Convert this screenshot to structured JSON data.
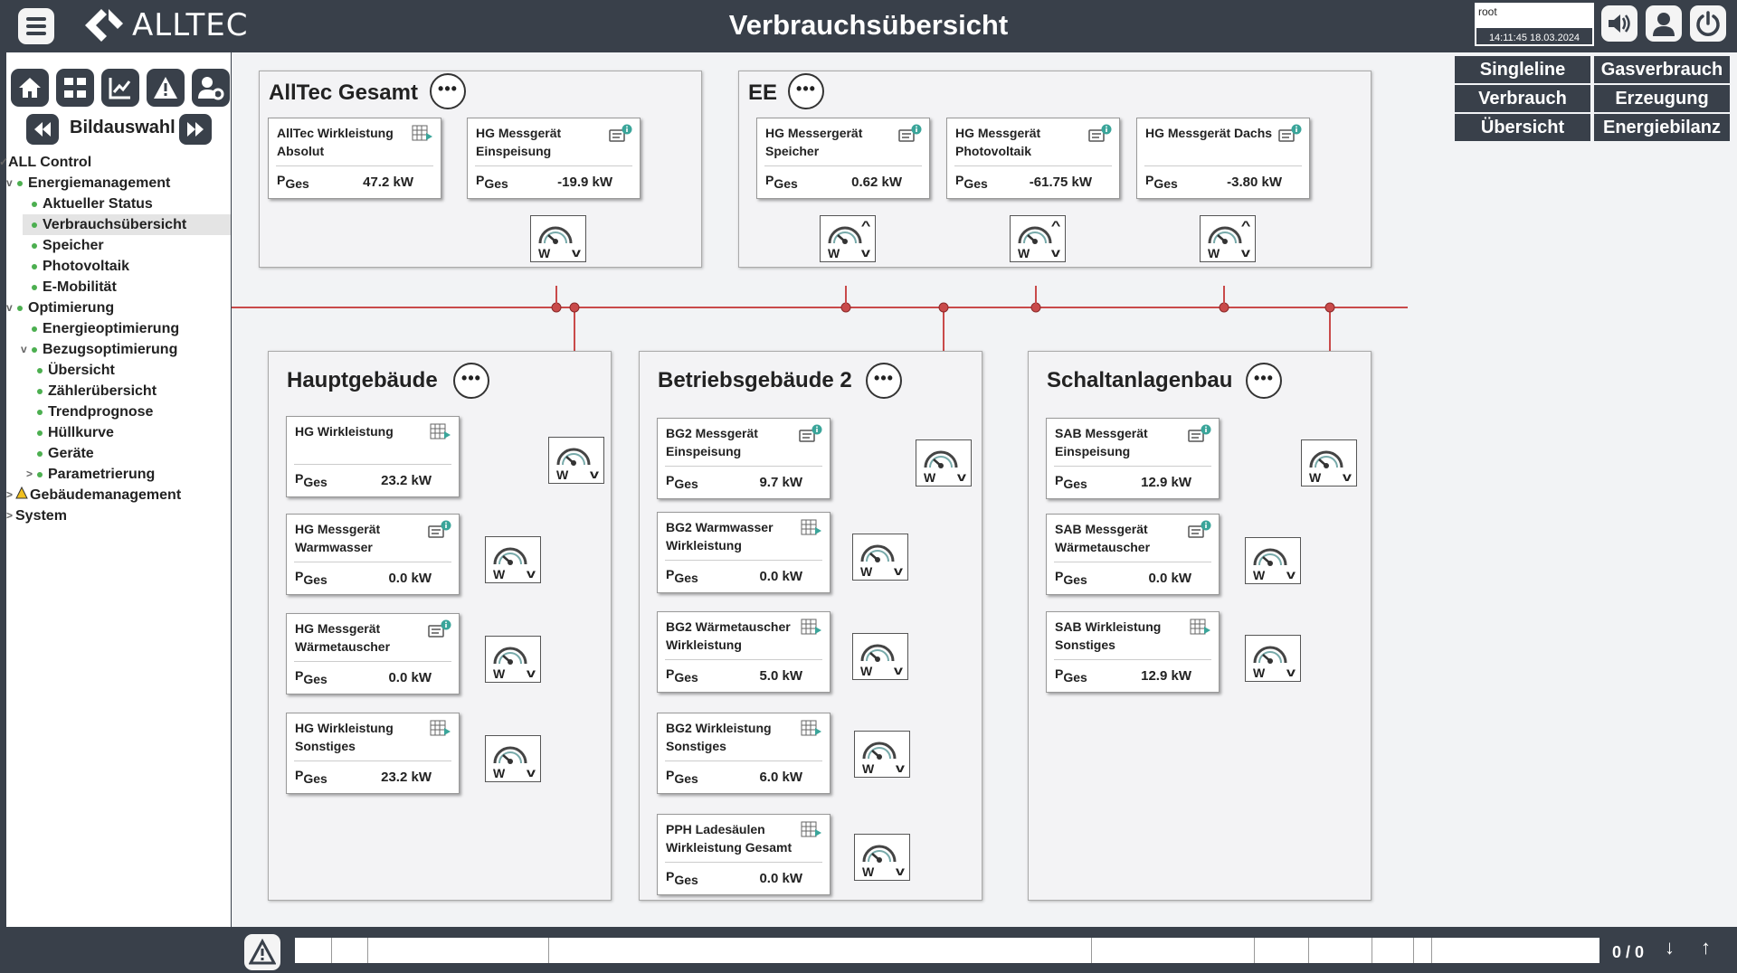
{
  "header": {
    "logo_text": "ALLTEC",
    "title": "Verbrauchsübersicht",
    "user": "root",
    "datetime": "14:11:45  18.03.2024"
  },
  "sidebar": {
    "bildauswahl": "Bildauswahl",
    "tree": [
      {
        "label": "ALL Control",
        "level": 0,
        "caret": "✓",
        "dot": "none"
      },
      {
        "label": "Energiemanagement",
        "level": 1,
        "caret": "v",
        "dot": "green"
      },
      {
        "label": "Aktueller Status",
        "level": 2,
        "caret": "",
        "dot": "green"
      },
      {
        "label": "Verbrauchsübersicht",
        "level": 2,
        "caret": "",
        "dot": "green",
        "selected": true
      },
      {
        "label": "Speicher",
        "level": 2,
        "caret": "",
        "dot": "green"
      },
      {
        "label": "Photovoltaik",
        "level": 2,
        "caret": "",
        "dot": "green"
      },
      {
        "label": "E-Mobilität",
        "level": 2,
        "caret": "",
        "dot": "green"
      },
      {
        "label": "Optimierung",
        "level": 1,
        "caret": "v",
        "dot": "green"
      },
      {
        "label": "Energieoptimierung",
        "level": 3,
        "caret": "",
        "dot": "green"
      },
      {
        "label": "Bezugsoptimierung",
        "level": 3,
        "caret": "v",
        "dot": "green"
      },
      {
        "label": "Übersicht",
        "level": 4,
        "caret": "",
        "dot": "green"
      },
      {
        "label": "Zählerübersicht",
        "level": 4,
        "caret": "",
        "dot": "green"
      },
      {
        "label": "Trendprognose",
        "level": 4,
        "caret": "",
        "dot": "green"
      },
      {
        "label": "Hüllkurve",
        "level": 4,
        "caret": "",
        "dot": "green"
      },
      {
        "label": "Geräte",
        "level": 4,
        "caret": "",
        "dot": "green"
      },
      {
        "label": "Parametrierung",
        "level": 4,
        "caret": ">",
        "dot": "green"
      },
      {
        "label": "Gebäudemanagement",
        "level": 1,
        "caret": ">",
        "dot": "warning"
      },
      {
        "label": "System",
        "level": 1,
        "caret": ">",
        "dot": "none"
      }
    ]
  },
  "quicknav": [
    "Singleline",
    "Gasverbrauch",
    "Verbrauch",
    "Erzeugung",
    "Übersicht",
    "Energiebilanz"
  ],
  "common": {
    "p_label": "P",
    "p_sub": "Ges",
    "meter_unit": "W",
    "more_label": "•••"
  },
  "groups": [
    {
      "title": "AllTec Gesamt",
      "cards": [
        {
          "title": "AllTec Wirkleistung Absolut",
          "value": "47.2 kW",
          "icon": "table-icon",
          "meter": false
        },
        {
          "title": "HG Messgerät Einspeisung",
          "value": "-19.9 kW",
          "icon": "meter-info-icon",
          "meter": true,
          "up": false
        }
      ]
    },
    {
      "title": "EE",
      "cards": [
        {
          "title": "HG Messergerät Speicher",
          "value": "0.62 kW",
          "icon": "meter-info-icon",
          "meter": true,
          "up": true
        },
        {
          "title": "HG Messgerät Photovoltaik",
          "value": "-61.75 kW",
          "icon": "meter-info-icon",
          "meter": true,
          "up": true
        },
        {
          "title": "HG Messgerät Dachs",
          "value": "-3.80 kW",
          "icon": "meter-info-icon",
          "meter": true,
          "up": true
        }
      ]
    },
    {
      "title": "Hauptgebäude",
      "cards": [
        {
          "title": "HG Wirkleistung",
          "value": "23.2 kW",
          "icon": "table-icon"
        },
        {
          "title": "HG Messgerät Warmwasser",
          "value": "0.0 kW",
          "icon": "meter-info-icon"
        },
        {
          "title": "HG Messgerät Wärmetauscher",
          "value": "0.0 kW",
          "icon": "meter-info-icon"
        },
        {
          "title": "HG Wirkleistung Sonstiges",
          "value": "23.2 kW",
          "icon": "table-icon"
        }
      ]
    },
    {
      "title": "Betriebsgebäude 2",
      "cards": [
        {
          "title": "BG2 Messgerät Einspeisung",
          "value": "9.7 kW",
          "icon": "meter-info-icon"
        },
        {
          "title": "BG2 Warmwasser Wirkleistung",
          "value": "0.0 kW",
          "icon": "table-icon"
        },
        {
          "title": "BG2 Wärmetauscher Wirkleistung",
          "value": "5.0 kW",
          "icon": "table-icon"
        },
        {
          "title": "BG2 Wirkleistung Sonstiges",
          "value": "6.0 kW",
          "icon": "table-icon"
        },
        {
          "title": "PPH Ladesäulen Wirkleistung Gesamt",
          "value": "0.0 kW",
          "icon": "table-icon"
        }
      ]
    },
    {
      "title": "Schaltanlagenbau",
      "cards": [
        {
          "title": "SAB Messgerät Einspeisung",
          "value": "12.9 kW",
          "icon": "meter-info-icon"
        },
        {
          "title": "SAB Messgerät Wärmetauscher",
          "value": "0.0 kW",
          "icon": "meter-info-icon"
        },
        {
          "title": "SAB Wirkleistung Sonstiges",
          "value": "12.9 kW",
          "icon": "table-icon"
        }
      ]
    }
  ],
  "bottom": {
    "counter": "0 / 0"
  },
  "colors": {
    "frame": "#39404a",
    "bus_line": "#c94a4a",
    "accent": "#4caf50"
  }
}
